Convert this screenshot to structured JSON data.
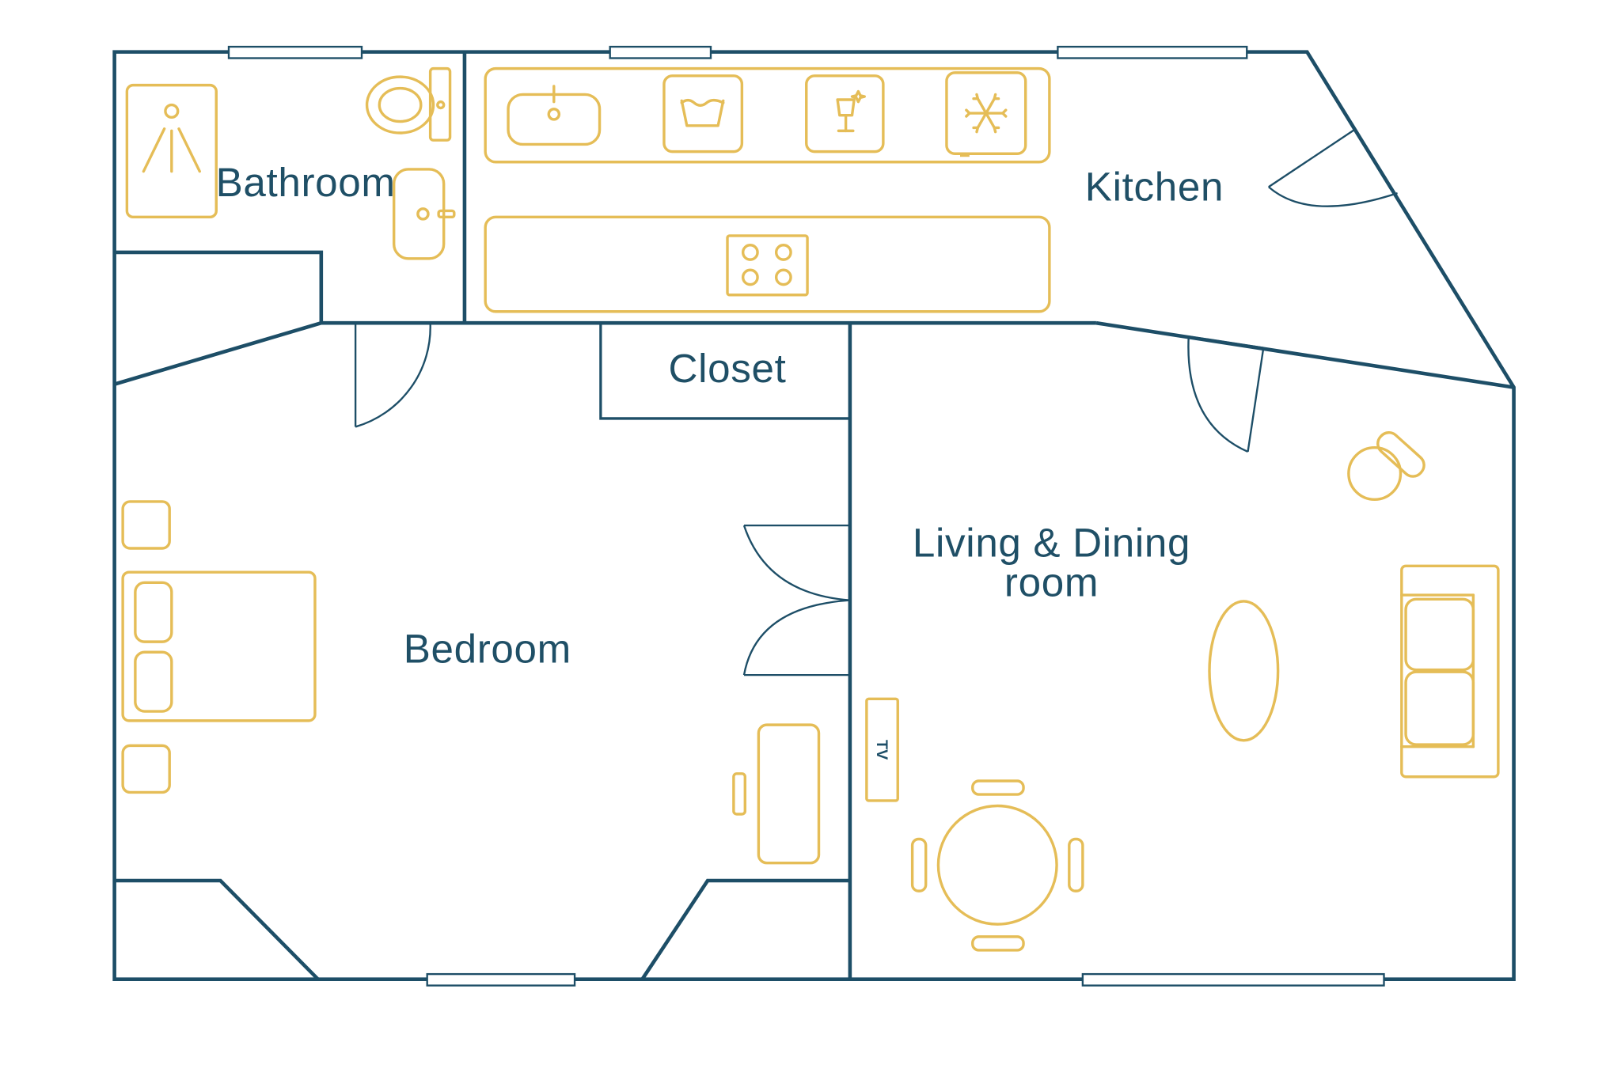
{
  "rooms": {
    "bathroom": "Bathroom",
    "kitchen": "Kitchen",
    "closet": "Closet",
    "bedroom": "Bedroom",
    "living_line1": "Living & Dining",
    "living_line2": "room"
  },
  "labels": {
    "tv": "TV"
  },
  "colors": {
    "wall": "#1d4e67",
    "text": "#1f4f66",
    "furniture": "#e5bd57",
    "background": "#ffffff"
  },
  "icons": {
    "shower": "shower-icon",
    "toilet": "toilet-icon",
    "sink": "sink-icon",
    "washing_machine": "washing-machine-icon",
    "dishwasher": "dishwasher-icon",
    "fridge": "fridge-icon",
    "stove": "stove-icon",
    "bed": "bed-icon",
    "sofa": "sofa-icon",
    "dining_table": "dining-table-icon",
    "armchair": "armchair-icon",
    "tv": "tv-icon"
  }
}
